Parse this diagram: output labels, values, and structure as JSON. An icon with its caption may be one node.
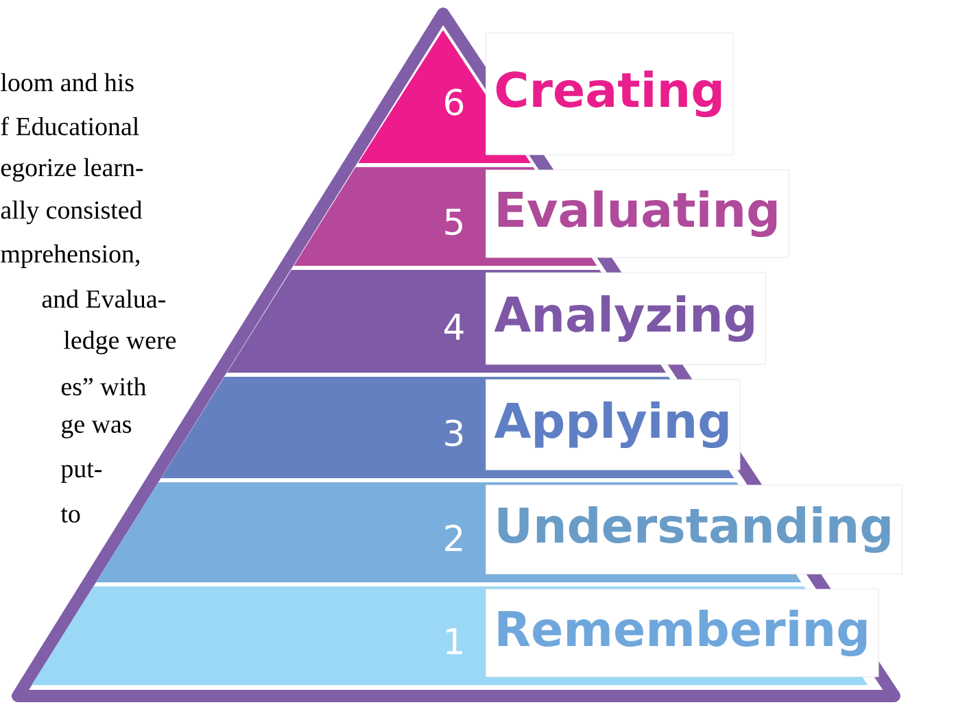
{
  "diagram": {
    "nodes": [
      {
        "text": [
          "6",
          "Creating"
        ]
      },
      {
        "text": [
          "5",
          "Evaluating"
        ]
      },
      {
        "text": [
          "4",
          "Analyzing"
        ]
      },
      {
        "text": [
          "3",
          "Applying"
        ]
      },
      {
        "text": [
          "2",
          "Understanding"
        ]
      },
      {
        "text": [
          "1",
          "Remembering"
        ]
      }
    ],
    "labels": [
      "loom and his",
      "f Educational",
      "egorize learn-",
      "ally consisted",
      "mprehension,",
      "and Evalua-",
      "ledge were",
      "es” with",
      "ge was",
      "put-",
      "to"
    ]
  }
}
